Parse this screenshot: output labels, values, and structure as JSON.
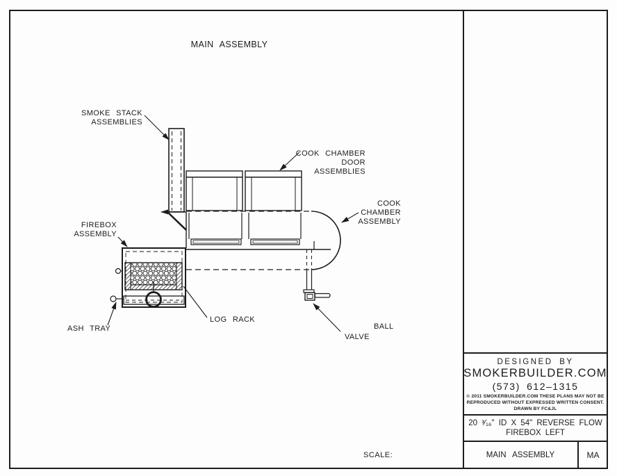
{
  "page": {
    "background": "#fdfdfd",
    "line_color": "#1c1c1c"
  },
  "drawing": {
    "view_title": "MAIN ASSEMBLY",
    "scale_label": "SCALE:",
    "labels": {
      "smoke_stack_1": "SMOKE STACK",
      "smoke_stack_2": "ASSEMBLIES",
      "cook_chamber_door_1": "COOK CHAMBER",
      "cook_chamber_door_2": "DOOR",
      "cook_chamber_door_3": "ASSEMBLIES",
      "cook_chamber_1": "COOK",
      "cook_chamber_2": "CHAMBER",
      "cook_chamber_3": "ASSEMBLY",
      "firebox_1": "FIREBOX",
      "firebox_2": "ASSEMBLY",
      "ash_tray": "ASH TRAY",
      "log_rack": "LOG RACK",
      "ball": "BALL",
      "valve": "VALVE"
    }
  },
  "title_block": {
    "designed_by": "DESIGNED BY",
    "brand": "SMOKERBUILDER.COM",
    "phone": "(573) 612–1315",
    "copyright_line1": "© 2011 SMOKERBUILDER.COM THESE PLANS MAY NOT BE",
    "copyright_line2": "REPRODUCED WITHOUT EXPRESSED WRITTEN CONSENT.",
    "copyright_line3": "DRAWN BY FC&JL",
    "part_title_line1": "20 ³⁄₁₆\" ID X 54\" REVERSE FLOW",
    "part_title_line2": "FIREBOX LEFT",
    "sheet_name": "MAIN ASSEMBLY",
    "sheet_code": "MA"
  }
}
